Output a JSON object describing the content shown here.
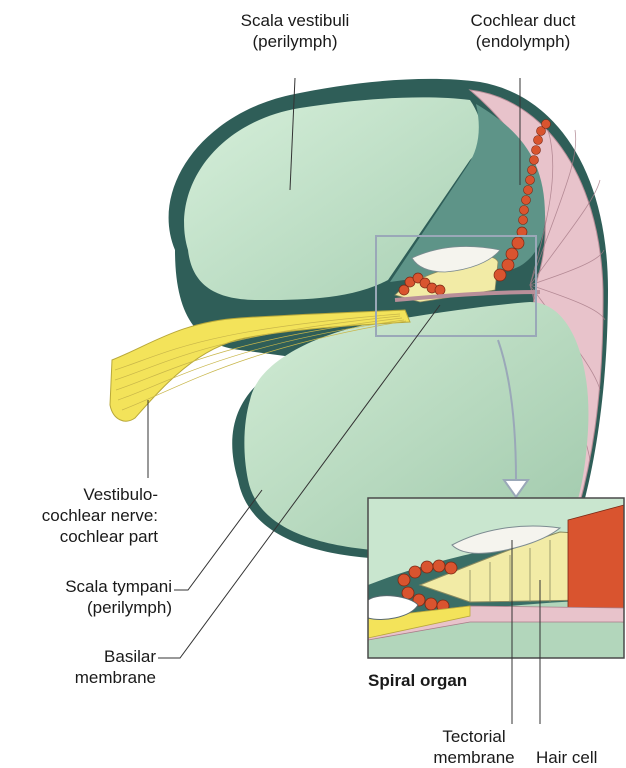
{
  "labels": {
    "scala_vestibuli": [
      "Scala vestibuli",
      "(perilymph)"
    ],
    "cochlear_duct": [
      "Cochlear duct",
      "(endolymph)"
    ],
    "nerve": [
      "Vestibulo-",
      "cochlear nerve:",
      "cochlear part"
    ],
    "scala_tympani": [
      "Scala tympani",
      "(perilymph)"
    ],
    "basilar": [
      "Basilar",
      "membrane"
    ],
    "inset_title": "Spiral organ",
    "tectorial": [
      "Tectorial",
      "membrane"
    ],
    "hair_cell": "Hair cell"
  },
  "colors": {
    "wall": "#2f5e58",
    "perilymph": "#c9e6cf",
    "duct": "#5e9488",
    "nerve": "#f3e35a",
    "epithelium": "#d9542f",
    "stria": "#e8c3cb",
    "hair_cells": "#f2eba6",
    "outline": "#9aa8b8"
  }
}
